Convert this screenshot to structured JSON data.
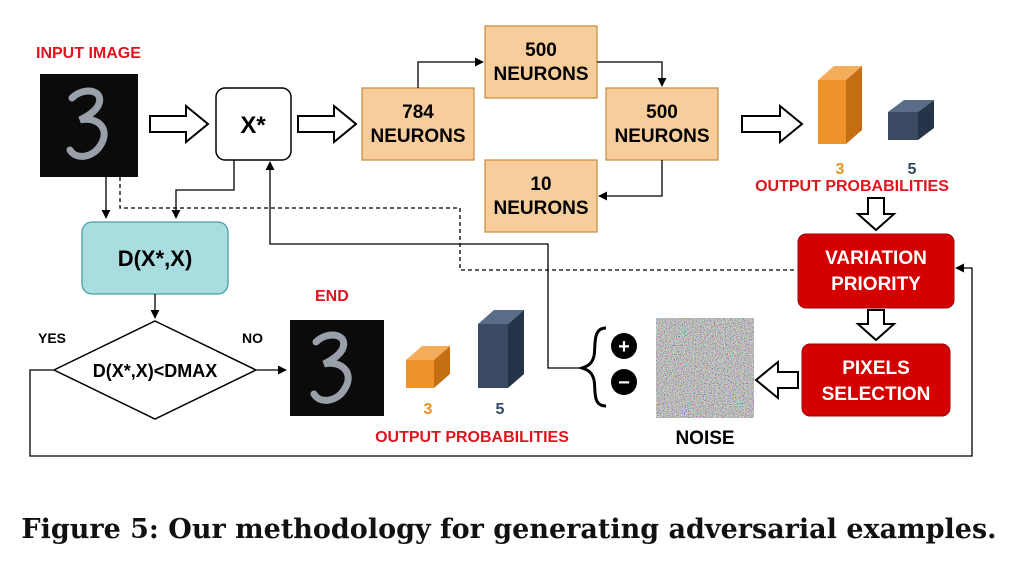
{
  "diagram": {
    "input_image_label": "INPUT IMAGE",
    "digit_glyph": "3",
    "x_star": "X*",
    "layers": {
      "l784_num": "784",
      "l784_unit": "NEURONS",
      "l500a_num": "500",
      "l500a_unit": "NEURONS",
      "l500b_num": "500",
      "l500b_unit": "NEURONS",
      "l10_num": "10",
      "l10_unit": "NEURONS"
    },
    "top_output": {
      "class_a": "3",
      "class_b": "5",
      "label": "OUTPUT PROBABILITIES"
    },
    "variation_priority": {
      "line1": "VARIATION",
      "line2": "PRIORITY"
    },
    "pixels_selection": {
      "line1": "PIXELS",
      "line2": "SELECTION"
    },
    "noise_label": "NOISE",
    "distance_box": "D(X*,X)",
    "decision": "D(X*,X)<DMAX",
    "yes_label": "YES",
    "no_label": "NO",
    "end_label": "END",
    "bottom_output": {
      "class_a": "3",
      "class_b": "5",
      "label": "OUTPUT PROBABILITIES"
    },
    "plus_sign": "+",
    "minus_sign": "−"
  },
  "caption": "Figure 5: Our methodology for generating adversarial examples.",
  "colors": {
    "layer_fill": "#f8cd9c",
    "layer_stroke": "#c58a3e",
    "red_box": "#d40000",
    "red_text": "#e0141e",
    "teal_box": "#a9dde0",
    "orange_cube": "#f0922a",
    "navy_cube": "#3a4a62",
    "orange_text": "#e8921f",
    "navy_text": "#2f4a66"
  }
}
